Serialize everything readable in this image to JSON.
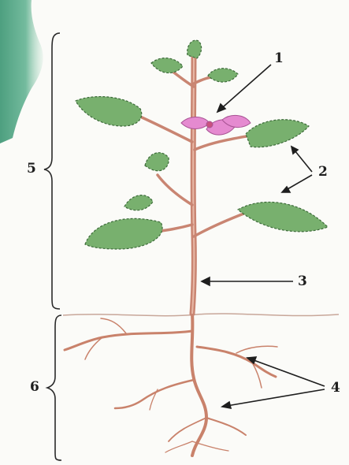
{
  "labels": {
    "flower": "1",
    "leaves": "2",
    "stem": "3",
    "roots": "4",
    "shoot_system": "5",
    "root_system": "6"
  },
  "colors": {
    "leaf": "#78b06e",
    "leaf_edge": "#3d6b3a",
    "stem": "#c98572",
    "root": "#c9826b",
    "flower": "#e58ad0",
    "wash": "#3f9e78"
  }
}
